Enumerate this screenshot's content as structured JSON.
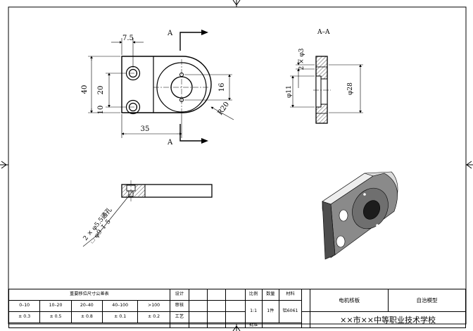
{
  "views": {
    "section_marker_top": "A",
    "section_marker_bottom": "A",
    "section_view_title": "A–A"
  },
  "dimensions": {
    "top_width": "7.5",
    "height_total": "40",
    "hole_spacing": "20",
    "lower_offset": "10",
    "length": "35",
    "bore_half": "16",
    "radius": "R20",
    "section_holes": "2 × φ3",
    "section_inner": "φ11",
    "section_outer": "φ28",
    "hole_callout_1": "2 × φ5.5通孔",
    "hole_callout_2": "⌴ φ9 ↧ 5"
  },
  "title_block": {
    "tolerance_title": "重要移位尺寸公差表",
    "ranges": [
      "0–10",
      "10–20",
      "20–40",
      "40–100",
      ">100"
    ],
    "tolerances": [
      "± 0.3",
      "± 0.5",
      "± 0.8",
      "± 0.1",
      "± 0.2"
    ],
    "roles": [
      "设计",
      "审核",
      "工艺",
      "批准"
    ],
    "scale_label": "比例",
    "qty_label": "数量",
    "material_label": "材料",
    "scale_value": "1:1",
    "qty_value": "1件",
    "material_value": "铝6061",
    "part_name": "电机核板",
    "drawing_type": "自治模型",
    "school": "××市××中等职业技术学校"
  },
  "colors": {
    "line": "#000000",
    "iso_top": "#eeeeee",
    "iso_side": "#4d4d4d",
    "iso_front": "#8a8a8a"
  }
}
